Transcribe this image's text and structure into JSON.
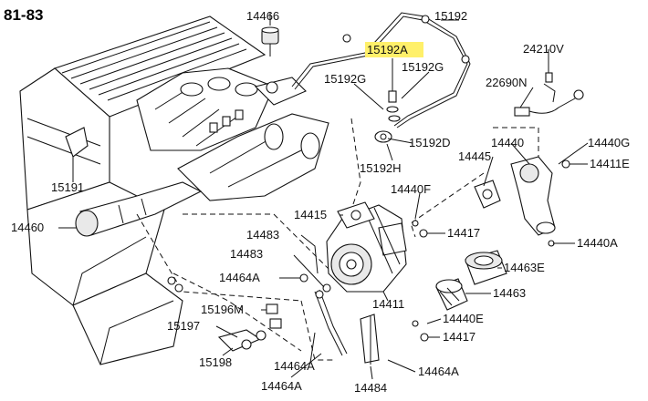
{
  "header": {
    "year_range": "81-83"
  },
  "highlight_color": "#fff06a",
  "labels": {
    "p14466": "14466",
    "p15192_top": "15192",
    "p15192A": "15192A",
    "p24210V": "24210V",
    "p15192G_right": "15192G",
    "p15192G_left": "15192G",
    "p22690N": "22690N",
    "p15192D": "15192D",
    "p14440": "14440",
    "p14440G": "14440G",
    "p15192H": "15192H",
    "p14445": "14445",
    "p14411E": "14411E",
    "p15191": "15191",
    "p14440F": "14440F",
    "p14415": "14415",
    "p14460": "14460",
    "p14483_a": "14483",
    "p14417_a": "14417",
    "p14440A": "14440A",
    "p14483_b": "14483",
    "p14463E": "14463E",
    "p14464A_a": "14464A",
    "p14463": "14463",
    "p14411": "14411",
    "p15196M": "15196M",
    "p14440E": "14440E",
    "p15197": "15197",
    "p14417_b": "14417",
    "p15198": "15198",
    "p14464A_b": "14464A",
    "p14464A_c": "14464A",
    "p14464A_d": "14464A",
    "p14484": "14484"
  }
}
